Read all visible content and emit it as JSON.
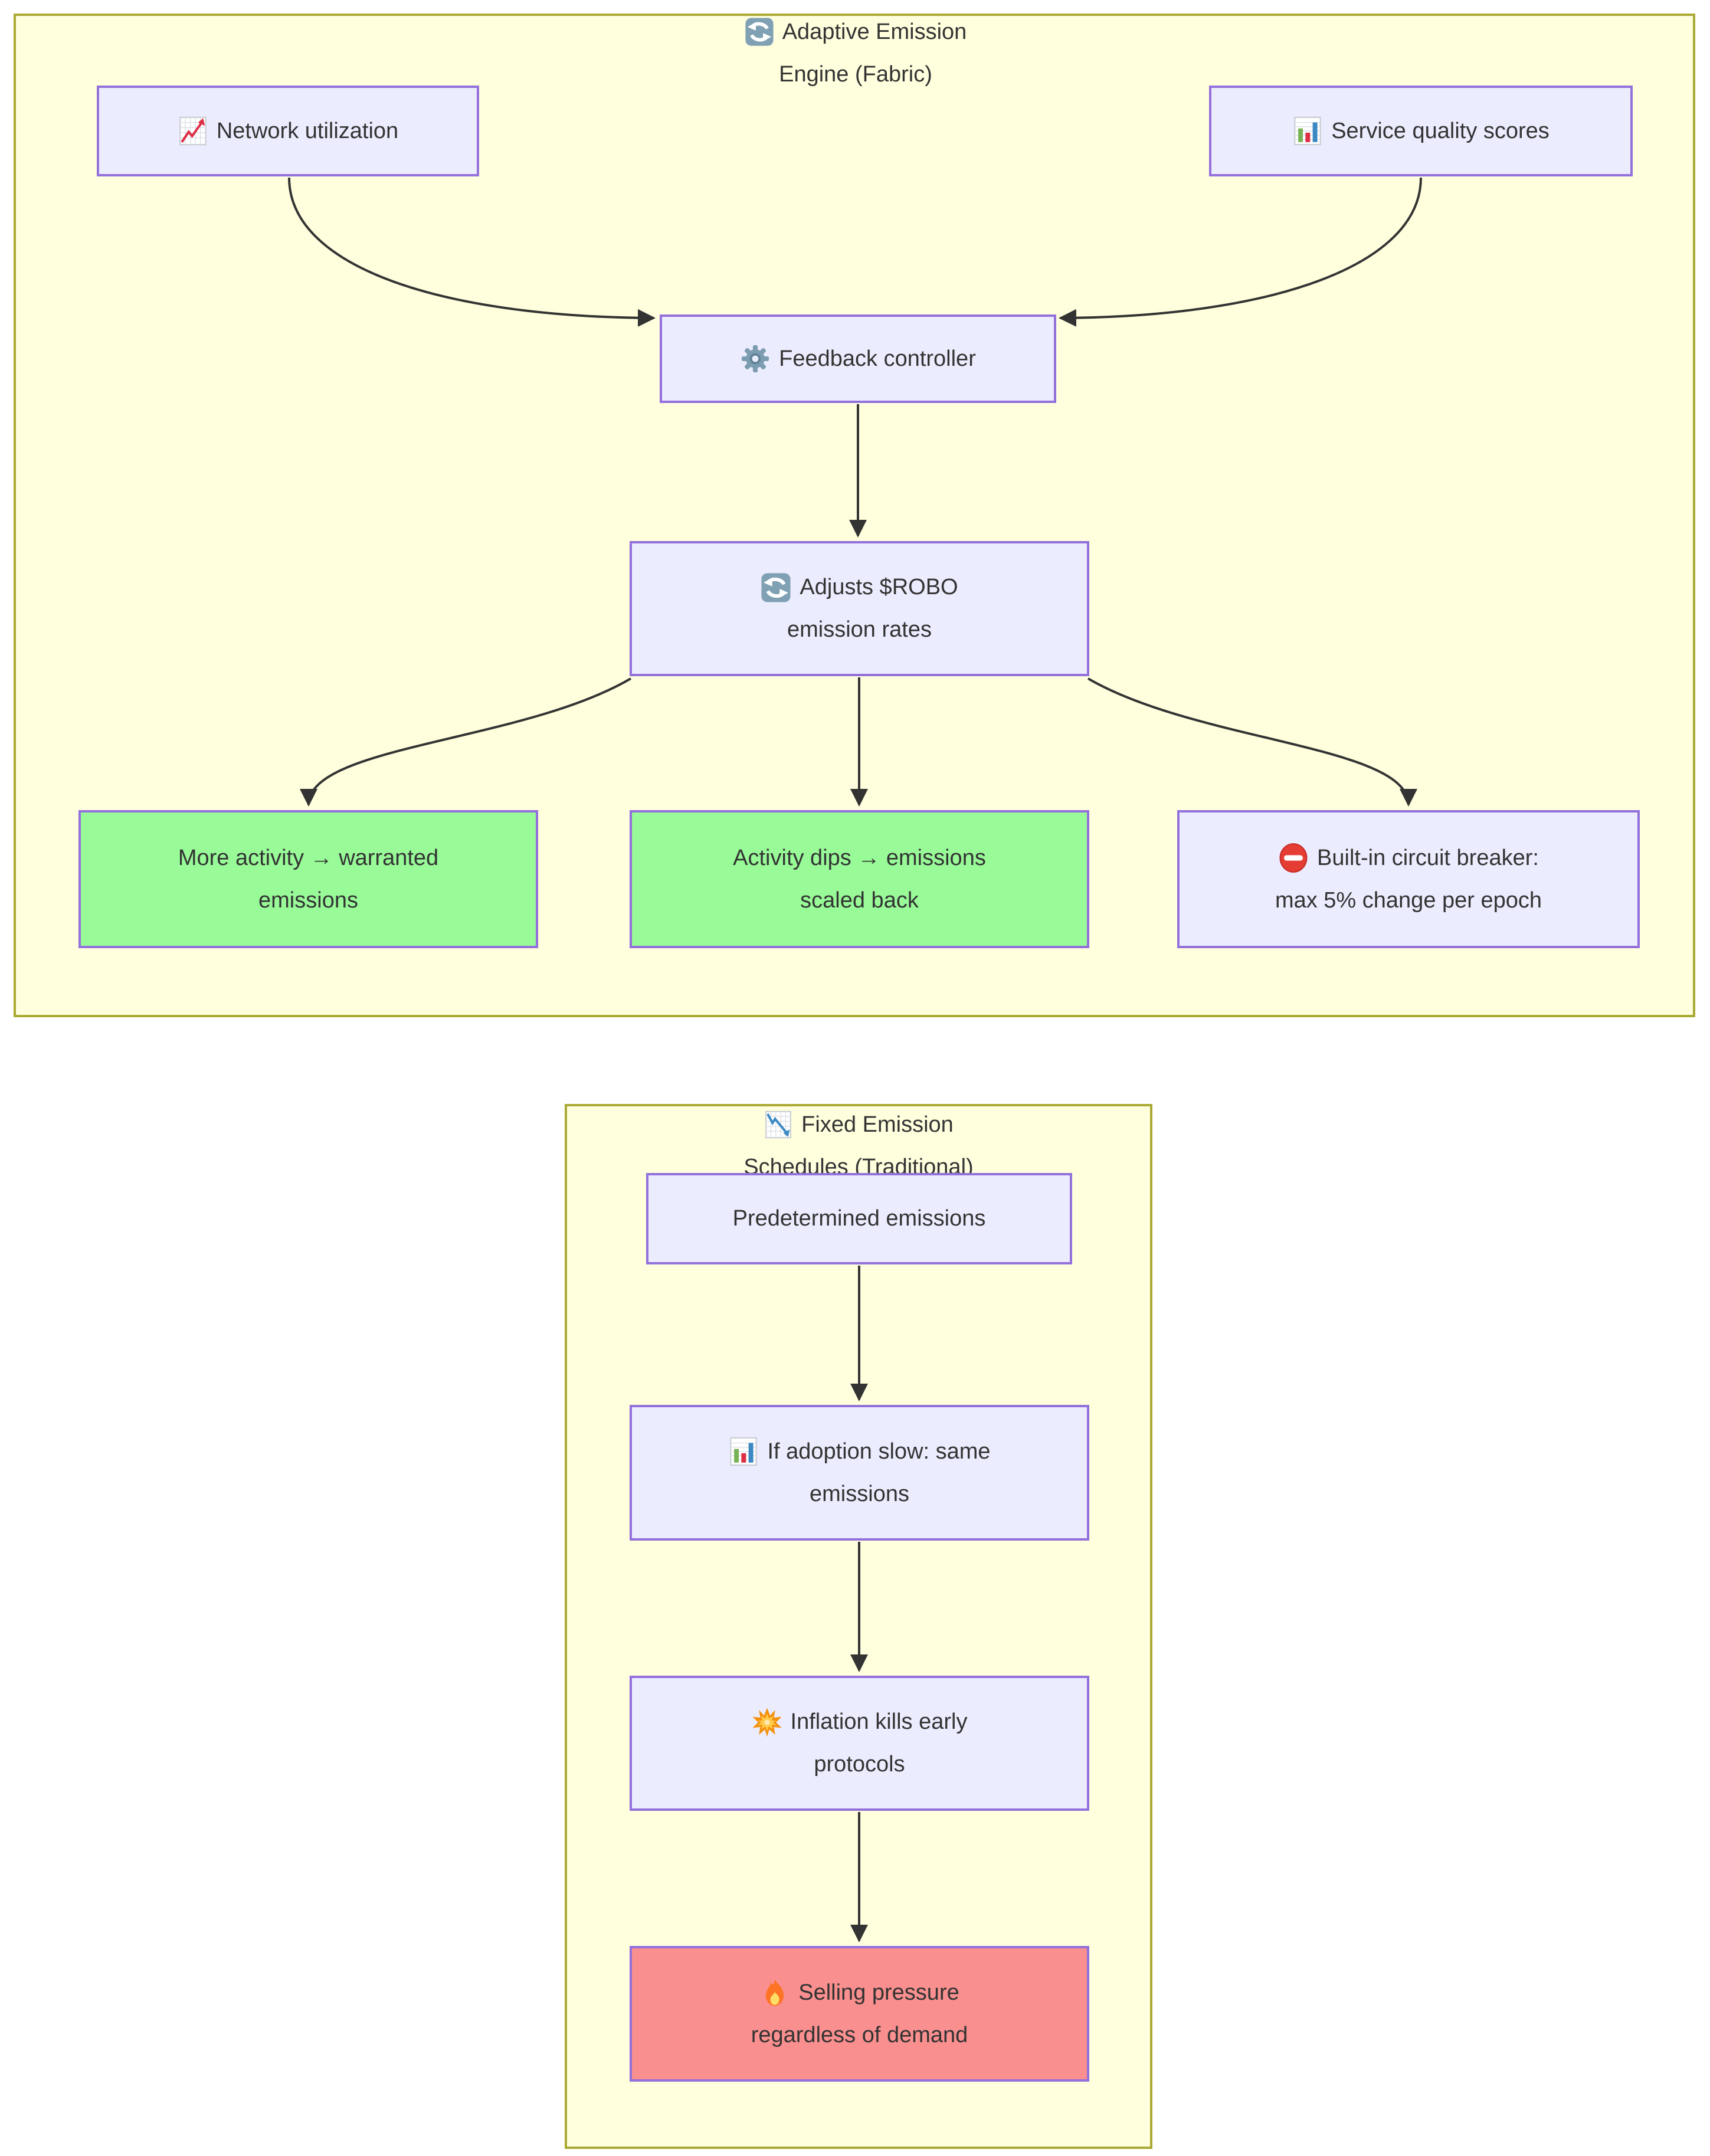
{
  "colors": {
    "page_background": "#ffffff",
    "cluster_fill": "#ffffde",
    "cluster_border": "#aaaa33",
    "node_fill": "#ececff",
    "node_border": "#9370db",
    "positive_node_fill": "#98fb98",
    "negative_node_fill": "#fa8f8f",
    "text": "#333333",
    "edge": "#333333"
  },
  "icons": {
    "arrows-refresh": "🔄",
    "chart-increasing": "📈",
    "bar-chart": "📊",
    "gear": "⚙️",
    "no-entry": "⛔",
    "chart-decreasing": "📉",
    "collision": "💥",
    "fire": "🔥"
  },
  "fabric": {
    "title": {
      "icon": "arrows-refresh",
      "line1": "Adaptive Emission",
      "line2": "Engine (Fabric)"
    },
    "nodes": {
      "network_utilization": {
        "icon": "chart-increasing",
        "line1": "Network utilization"
      },
      "service_quality": {
        "icon": "bar-chart",
        "line1": "Service quality scores"
      },
      "feedback_controller": {
        "icon": "gear",
        "line1": "Feedback controller"
      },
      "adjusts_emissions": {
        "icon": "arrows-refresh",
        "line1": "Adjusts $ROBO",
        "line2": "emission rates"
      },
      "more_activity": {
        "line1": "More activity → warranted",
        "line2": "emissions"
      },
      "activity_dips": {
        "line1": "Activity dips → emissions",
        "line2": "scaled back"
      },
      "circuit_breaker": {
        "icon": "no-entry",
        "line1": "Built-in circuit breaker:",
        "line2": "max 5% change per epoch"
      }
    }
  },
  "traditional": {
    "title": {
      "icon": "chart-decreasing",
      "line1": "Fixed Emission",
      "line2": "Schedules (Traditional)"
    },
    "nodes": {
      "predetermined": {
        "line1": "Predetermined emissions"
      },
      "adoption_slow": {
        "icon": "bar-chart",
        "line1": "If adoption slow: same",
        "line2": "emissions"
      },
      "inflation": {
        "icon": "collision",
        "line1": "Inflation kills early",
        "line2": "protocols"
      },
      "selling_pressure": {
        "icon": "fire",
        "line1": "Selling pressure",
        "line2": "regardless of demand"
      }
    }
  }
}
